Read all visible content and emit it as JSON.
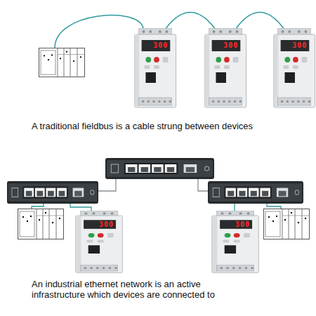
{
  "diagram": {
    "nodes": [
      {
        "text": [
          "300"
        ]
      },
      {
        "text": [
          "300"
        ]
      },
      {
        "text": [
          "300"
        ]
      },
      {
        "text": [
          "300"
        ]
      },
      {
        "text": [
          "300"
        ]
      }
    ],
    "edges": [
      {
        "from": 0,
        "to": 1,
        "arrow": "none"
      },
      {
        "from": 1,
        "to": 2,
        "arrow": "none"
      }
    ],
    "labels": [
      "A traditional fieldbus is a cable strung between devices",
      "An industrial ethernet network is an active infrastructure which devices are connected to"
    ]
  }
}
